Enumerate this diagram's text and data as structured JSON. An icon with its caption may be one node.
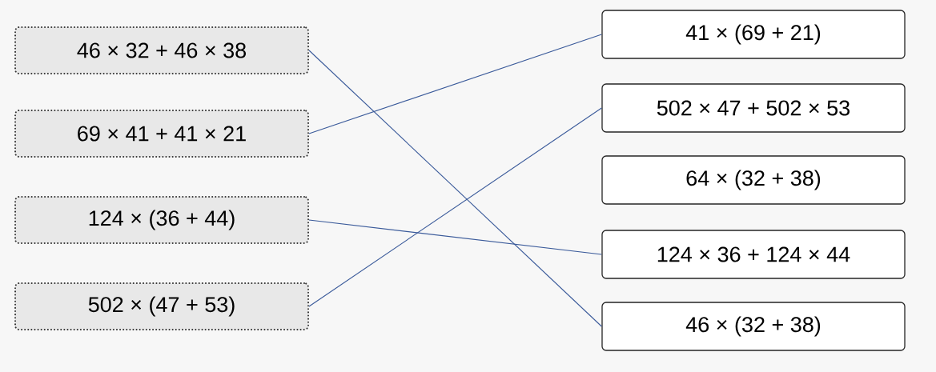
{
  "diagram": {
    "nodes": [
      {
        "text": [
          "46 × 32 + 46 × 38"
        ]
      },
      {
        "text": [
          "69 × 41 + 41 × 21"
        ]
      },
      {
        "text": [
          "124 × (36 + 44)"
        ]
      },
      {
        "text": [
          "502 × (47 + 53)"
        ]
      },
      {
        "text": [
          "41 × (69 + 21)"
        ]
      },
      {
        "text": [
          "502 × 47 + 502 × 53"
        ]
      },
      {
        "text": [
          "64 × (32 + 38)"
        ]
      },
      {
        "text": [
          "124 × 36 + 124 × 44"
        ]
      },
      {
        "text": [
          "46 × (32 + 38)"
        ]
      }
    ],
    "edges": [
      {
        "from": 0,
        "to": 8,
        "arrow": "none"
      },
      {
        "from": 1,
        "to": 4,
        "arrow": "none"
      },
      {
        "from": 2,
        "to": 7,
        "arrow": "none"
      },
      {
        "from": 3,
        "to": 5,
        "arrow": "none"
      }
    ]
  }
}
